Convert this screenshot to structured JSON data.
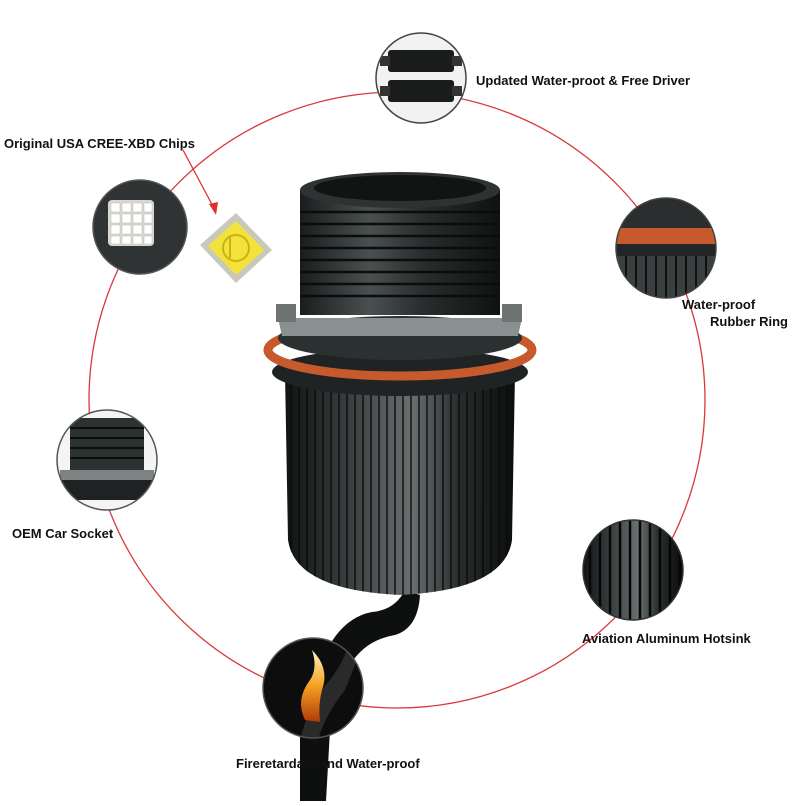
{
  "callouts": {
    "driver": "Updated Water-proot & Free Driver",
    "chips": "Original USA CREE-XBD Chips",
    "ring_line1": "Water-proof",
    "ring_line2": "Rubber Ring",
    "socket": "OEM Car Socket",
    "heatsink": "Aviation Aluminum Hotsink",
    "fire": "Fireretardant and Water-proof"
  },
  "colors": {
    "circle_line": "#d9383a",
    "arrow": "#e0302e",
    "body": "#262a2a",
    "oring": "#c75a2c",
    "chip": "#f3e23a"
  }
}
